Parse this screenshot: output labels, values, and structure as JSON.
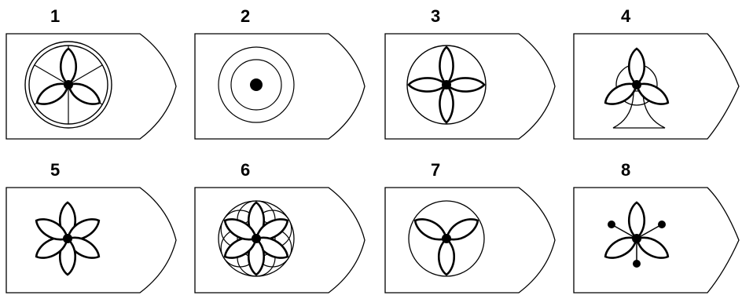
{
  "panels": [
    {
      "label": "1",
      "symbol": "three-petal-flower-in-double-ring-with-spokes"
    },
    {
      "label": "2",
      "symbol": "concentric-circles-with-center-dot"
    },
    {
      "label": "3",
      "symbol": "four-petal-flower-in-circle"
    },
    {
      "label": "4",
      "symbol": "three-petal-flower-with-circle-and-stand"
    },
    {
      "label": "5",
      "symbol": "six-petal-flower"
    },
    {
      "label": "6",
      "symbol": "six-petal-flower-with-seven-circles"
    },
    {
      "label": "7",
      "symbol": "three-petal-flower-in-circle"
    },
    {
      "label": "8",
      "symbol": "three-petal-flower-with-three-dots"
    }
  ]
}
